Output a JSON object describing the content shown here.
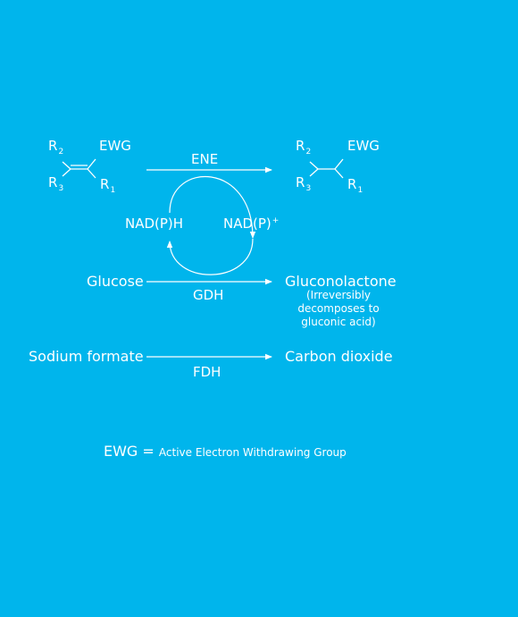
{
  "colors": {
    "background": "#00b5ec",
    "foreground": "#ffffff"
  },
  "reactant": {
    "r2": "R",
    "r2_sub": "2",
    "r3": "R",
    "r3_sub": "3",
    "r1": "R",
    "r1_sub": "1",
    "ewg": "EWG"
  },
  "product": {
    "r2": "R",
    "r2_sub": "2",
    "r3": "R",
    "r3_sub": "3",
    "r1": "R",
    "r1_sub": "1",
    "ewg": "EWG"
  },
  "reactions": {
    "ene": "ENE",
    "gdh": "GDH",
    "fdh": "FDH"
  },
  "cofactors": {
    "nadph": "NAD(P)H",
    "nadp": "NAD(P)",
    "nadp_sup": "+"
  },
  "species": {
    "glucose": "Glucose",
    "gluconolactone": "Gluconolactone",
    "gluconolactone_note": [
      "(Irreversibly",
      "decomposes to",
      "gluconic acid)"
    ],
    "sodium_formate": "Sodium formate",
    "carbon_dioxide": "Carbon dioxide"
  },
  "legend": {
    "term": "EWG =",
    "definition": "Active Electron Withdrawing Group"
  }
}
